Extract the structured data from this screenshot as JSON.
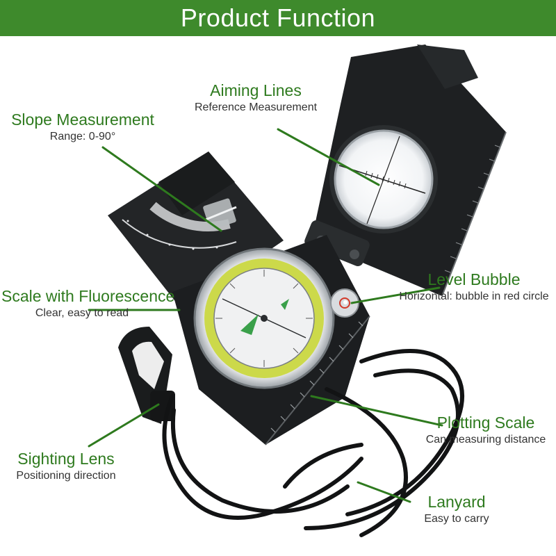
{
  "banner": {
    "title": "Product Function",
    "color": "#3e8a2c"
  },
  "accent_color": "#2e7a1e",
  "callouts": [
    {
      "id": "aiming",
      "title": "Aiming Lines",
      "subtitle": "Reference Measurement"
    },
    {
      "id": "slope",
      "title": "Slope Measurement",
      "subtitle": "Range: 0-90°"
    },
    {
      "id": "level",
      "title": "Level Bubble",
      "subtitle": "Horizontal: bubble in red circle"
    },
    {
      "id": "scale",
      "title": "Scale with Fluorescence",
      "subtitle": "Clear, easy to read"
    },
    {
      "id": "plotting",
      "title": "Plotting Scale",
      "subtitle": "Can measuring distance"
    },
    {
      "id": "sighting",
      "title": "Sighting Lens",
      "subtitle": "Positioning direction"
    },
    {
      "id": "lanyard",
      "title": "Lanyard",
      "subtitle": "Easy to carry"
    }
  ]
}
